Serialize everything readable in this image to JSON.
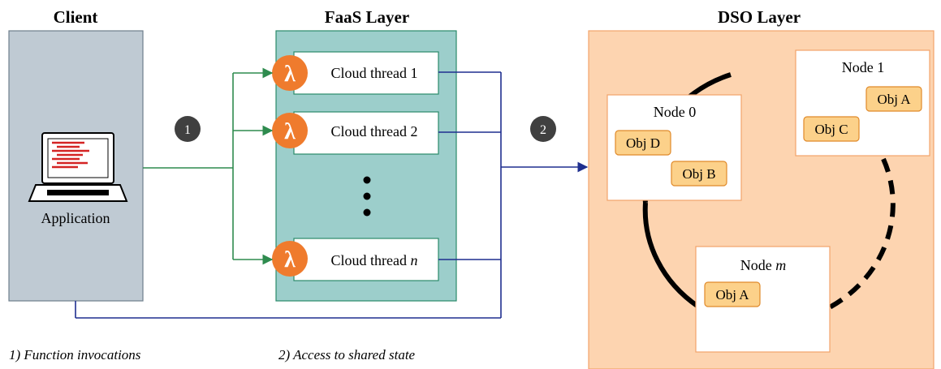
{
  "client": {
    "title": "Client",
    "app_label": "Application"
  },
  "faas": {
    "title": "FaaS Layer",
    "threads": [
      {
        "prefix": "Cloud thread",
        "index": "1"
      },
      {
        "prefix": "Cloud thread",
        "index": "2"
      },
      {
        "prefix": "Cloud thread",
        "index": "n"
      }
    ],
    "lambda_symbol": "λ"
  },
  "dso": {
    "title": "DSO Layer",
    "nodes": [
      {
        "label": "Node 0",
        "objects": [
          "Obj D",
          "Obj B"
        ]
      },
      {
        "label": "Node 1",
        "objects": [
          "Obj A",
          "Obj C"
        ]
      },
      {
        "label_prefix": "Node",
        "label_var": "m",
        "objects": [
          "Obj A"
        ]
      }
    ]
  },
  "steps": {
    "one": "1",
    "two": "2"
  },
  "legend": {
    "one": "1) Function invocations",
    "two": "2) Access to shared state"
  },
  "colors": {
    "client_fill": "#bfcad3",
    "client_stroke": "#6f7f8c",
    "faas_fill": "#9ccecb",
    "faas_stroke": "#2a8a6a",
    "dso_fill": "#fdd4b0",
    "dso_stroke": "#f2a46a",
    "obj_fill": "#fcd18a",
    "obj_stroke": "#e08a2a",
    "lambda_orange": "#ef7b2d",
    "green_arrow": "#2e8b4e",
    "blue_arrow": "#1f2f8f",
    "step_circle": "#404040"
  },
  "icons": [
    "laptop-icon",
    "lambda-icon",
    "vertical-ellipsis-icon"
  ]
}
